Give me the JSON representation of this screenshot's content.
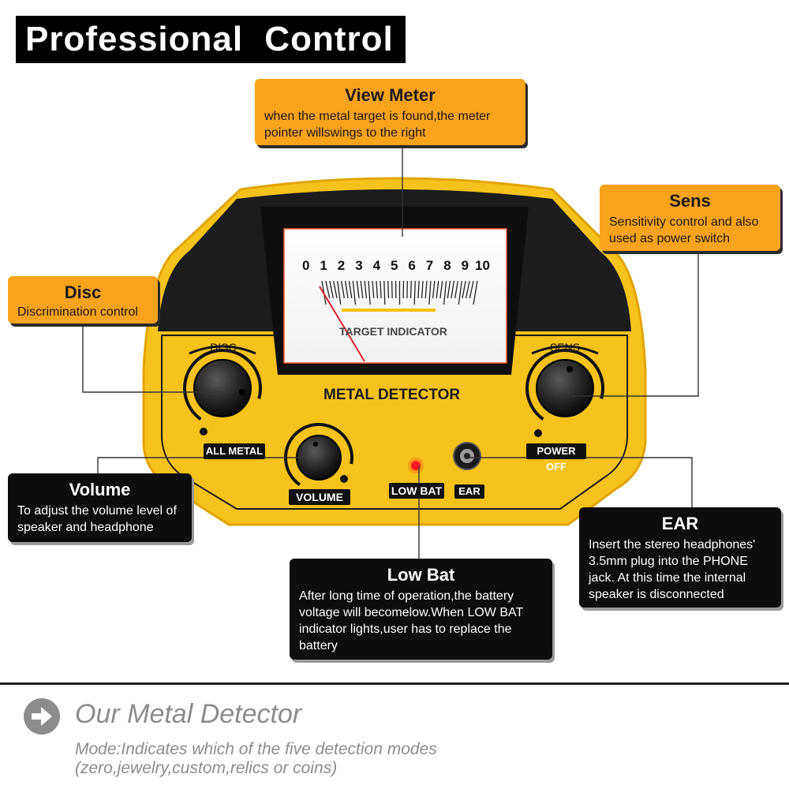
{
  "title": "Professional  Control  Box",
  "callouts": {
    "view_meter": {
      "title": "View Meter",
      "desc": "when the metal target is found,the meter pointer willswings to the right"
    },
    "sens": {
      "title": "Sens",
      "desc": "Sensitivity control and also used as power switch"
    },
    "disc": {
      "title": "Disc",
      "desc": "Discrimination control"
    },
    "volume": {
      "title": "Volume",
      "desc": "To adjust the volume level of speaker and headphone"
    },
    "ear": {
      "title": "EAR",
      "desc": "Insert the stereo headphones' 3.5mm plug into the PHONE jack. At this time the internal speaker is disconnected"
    },
    "low_bat": {
      "title": "Low Bat",
      "desc": "After long time of operation,the battery voltage will becomelow.When LOW BAT indicator lights,user has to replace  the battery"
    }
  },
  "panel": {
    "meter_scale": [
      "0",
      "1",
      "2",
      "3",
      "4",
      "5",
      "6",
      "7",
      "8",
      "9",
      "10"
    ],
    "meter_label": "TARGET INDICATOR",
    "brand_label": "METAL DETECTOR",
    "disc_label": "DISC",
    "sens_label": "SENS",
    "all_metal_label": "ALL METAL",
    "power_off_label": "POWER OFF",
    "volume_label": "VOLUME",
    "low_bat_label": "LOW BAT",
    "ear_label": "EAR"
  },
  "footer": {
    "title": "Our Metal Detector",
    "desc": "Mode:Indicates which of the five detection modes (zero,jewelry,custom,relics or coins)"
  },
  "colors": {
    "accent_orange": "#f9a21b",
    "panel_yellow": "#f6c21c",
    "dark": "#0d0d0d",
    "led_red": "#ff1a1a",
    "footer_gray": "#8c8c8c"
  },
  "icons": {
    "footer": "arrow-right-circle-icon"
  }
}
